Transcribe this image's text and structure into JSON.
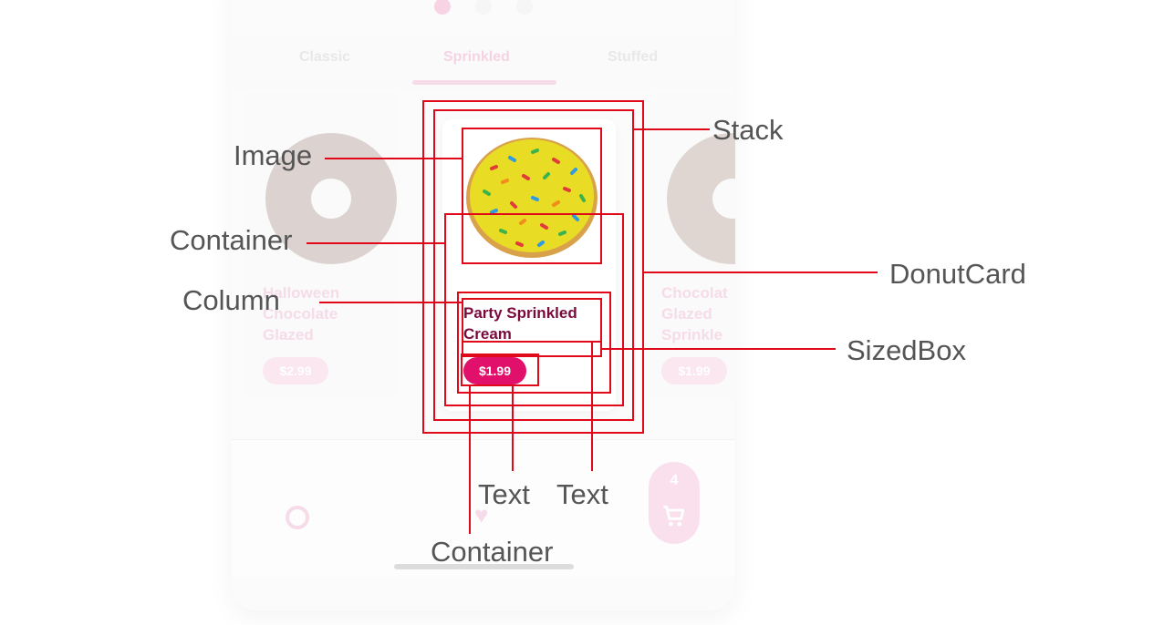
{
  "app": {
    "tabs": [
      {
        "label": "Classic",
        "active": false
      },
      {
        "label": "Sprinkled",
        "active": true
      },
      {
        "label": "Stuffed",
        "active": false
      }
    ],
    "left_card": {
      "name_lines": [
        "Halloween",
        "Chocolate",
        "Glazed"
      ],
      "price": "$2.99"
    },
    "center_card": {
      "name_lines": [
        "Party Sprinkled",
        "Cream"
      ],
      "price": "$1.99"
    },
    "right_card": {
      "name_lines": [
        "Chocolat",
        "Glazed",
        "Sprinkle"
      ],
      "price": "$1.99"
    },
    "cart_count": "4"
  },
  "annotations": {
    "stack": "Stack",
    "image": "Image",
    "container_outer": "Container",
    "donut_card": "DonutCard",
    "column": "Column",
    "sized_box": "SizedBox",
    "text_price": "Text",
    "text_name": "Text",
    "container_price": "Container"
  },
  "colors": {
    "annotation": "#e1081a",
    "accent": "#e0106b",
    "title": "#7a0a3c",
    "label": "#555555"
  }
}
